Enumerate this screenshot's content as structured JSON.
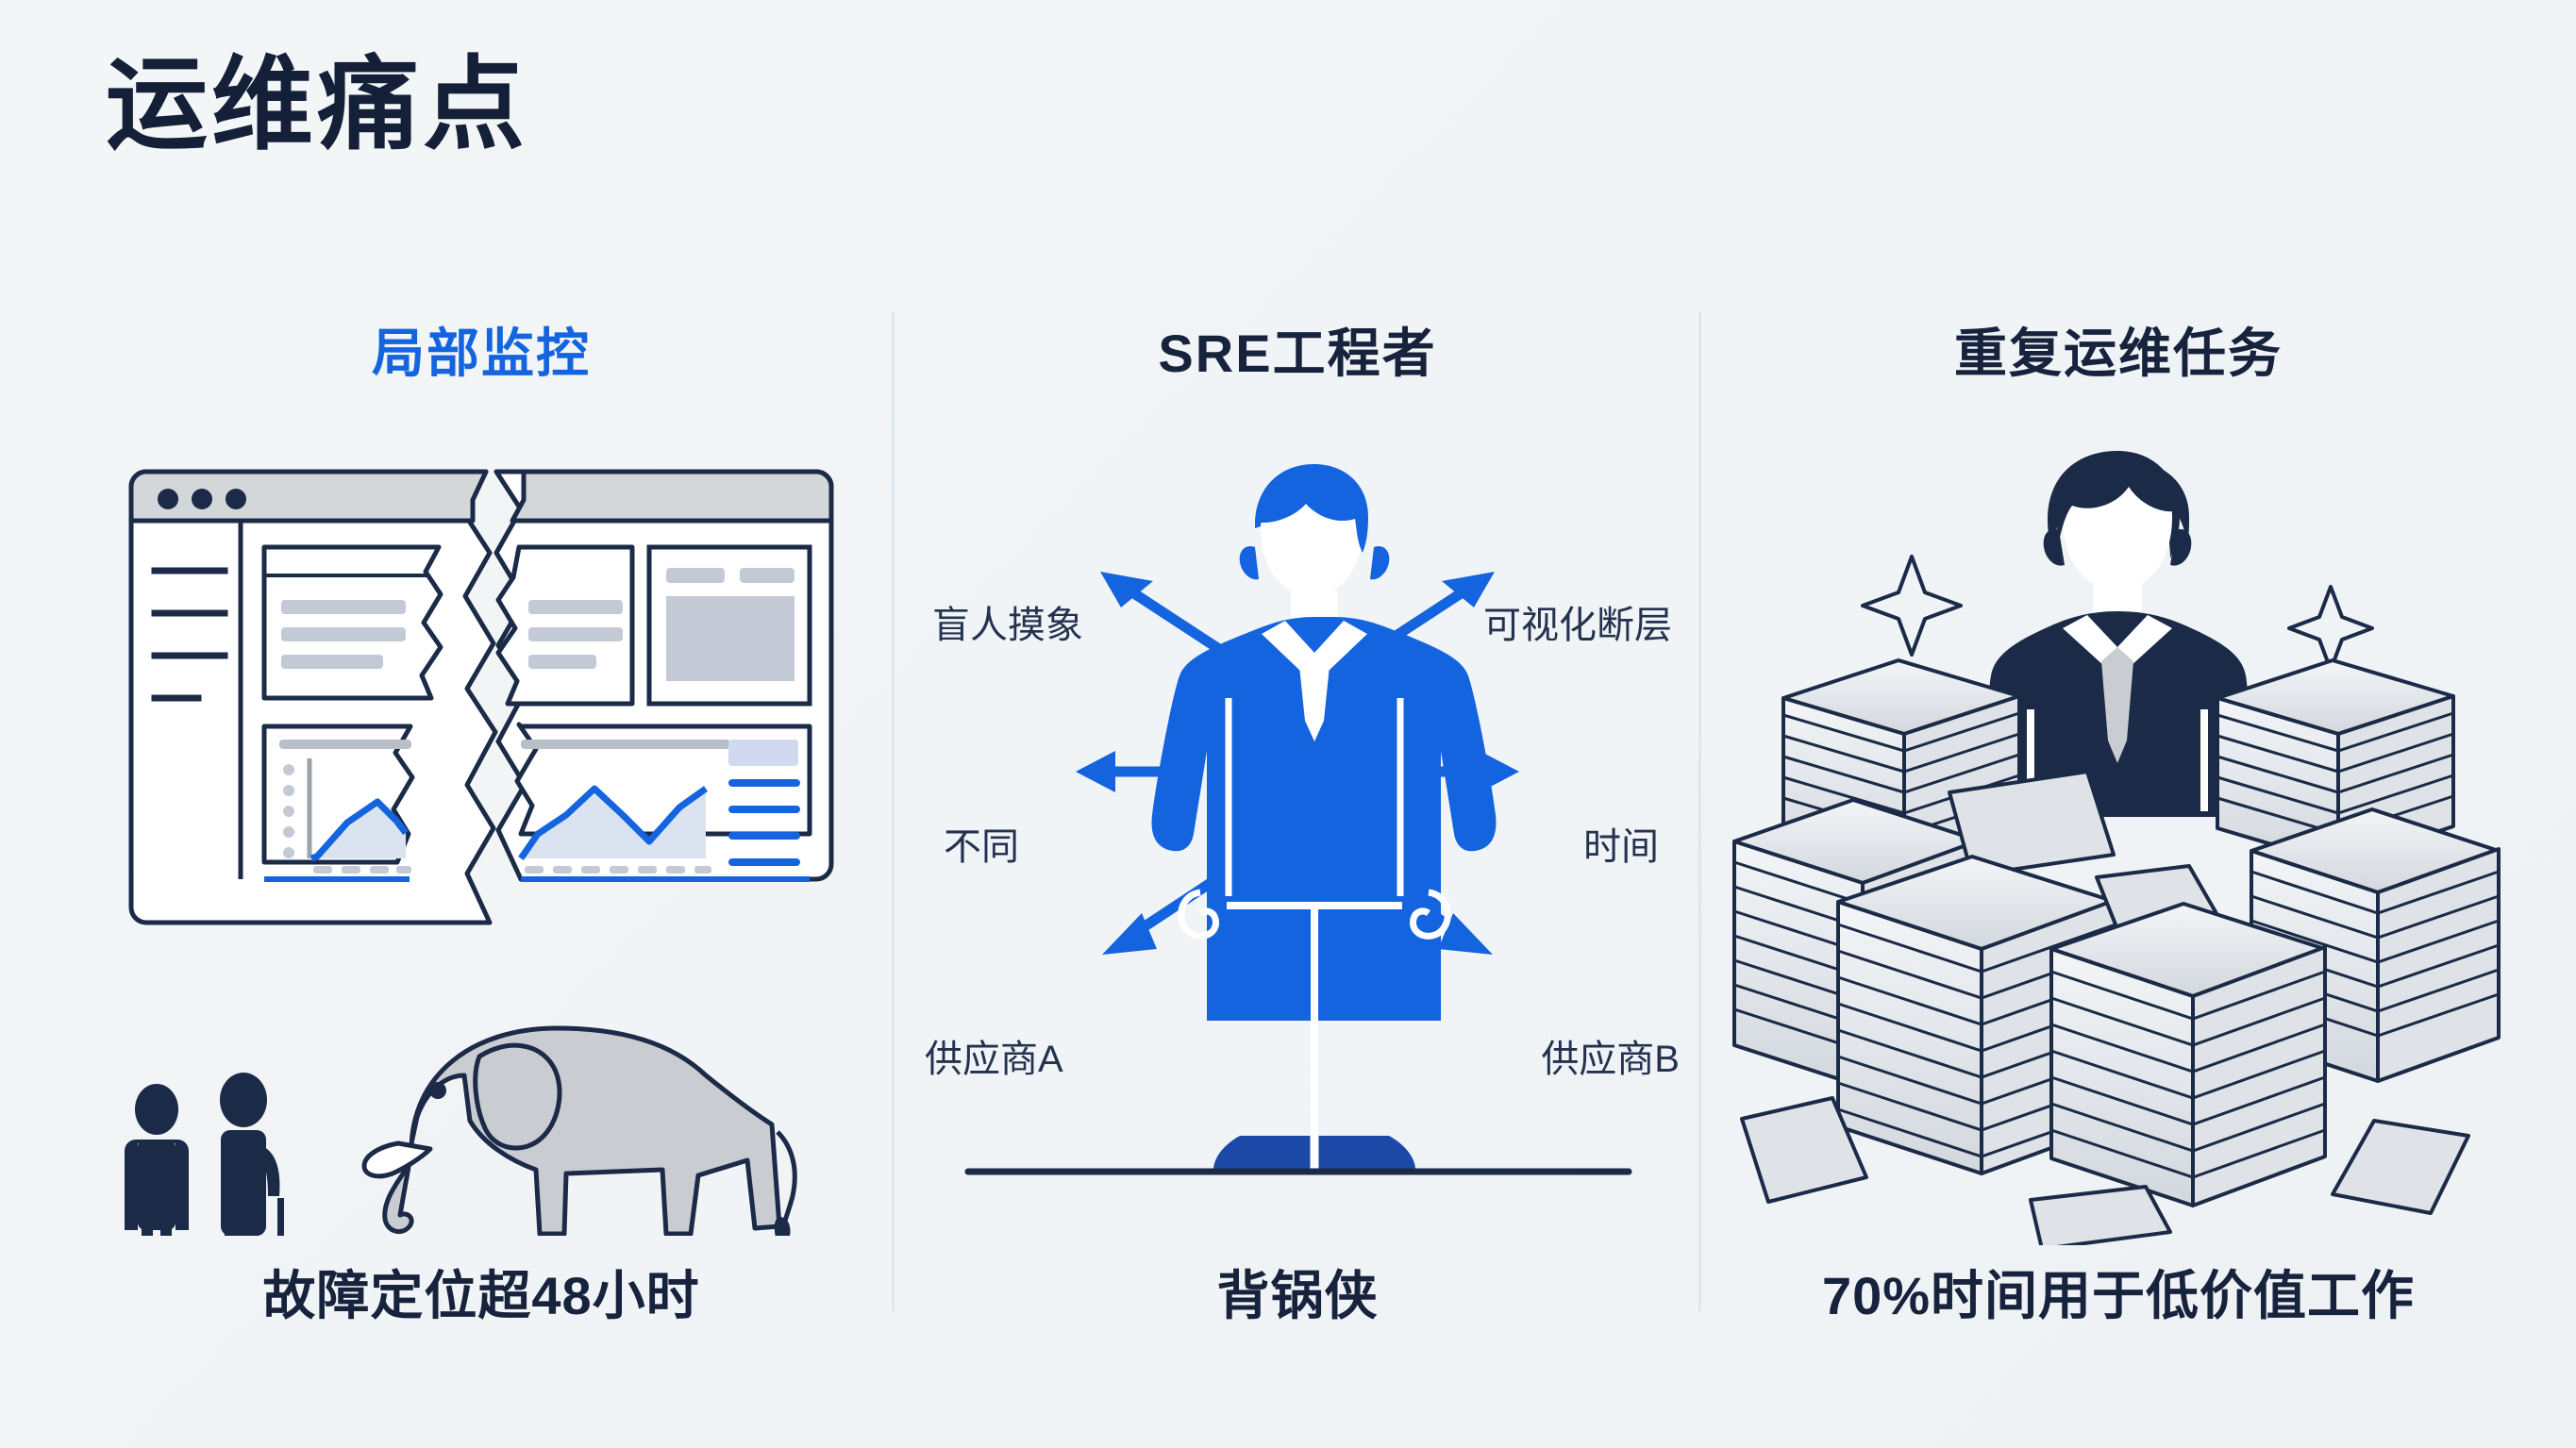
{
  "slide": {
    "title": "运维痛点",
    "background_color": "#f2f5f6",
    "accent_blue": "#1464e0",
    "navy": "#17233d"
  },
  "columns": [
    {
      "id": "local-monitoring",
      "heading": "局部监控",
      "heading_color": "#1464e0",
      "caption": "故障定位超48小时",
      "illustration": "cracked-dashboard-and-elephant"
    },
    {
      "id": "sre-engineer",
      "heading": "SRE工程者",
      "heading_color": "#17233d",
      "caption": "背锅侠",
      "illustration": "businessman-with-four-arrows",
      "arrow_labels": {
        "top_left": "盲人摸象",
        "top_right": "可视化断层",
        "middle_left": "不同",
        "middle_right": "时间",
        "bottom_left": "供应商A",
        "bottom_right": "供应商B"
      }
    },
    {
      "id": "repetitive-ops",
      "heading": "重复运维任务",
      "heading_color": "#17233d",
      "caption": "70%时间用于低价值工作",
      "illustration": "man-buried-in-paper-stacks"
    }
  ]
}
